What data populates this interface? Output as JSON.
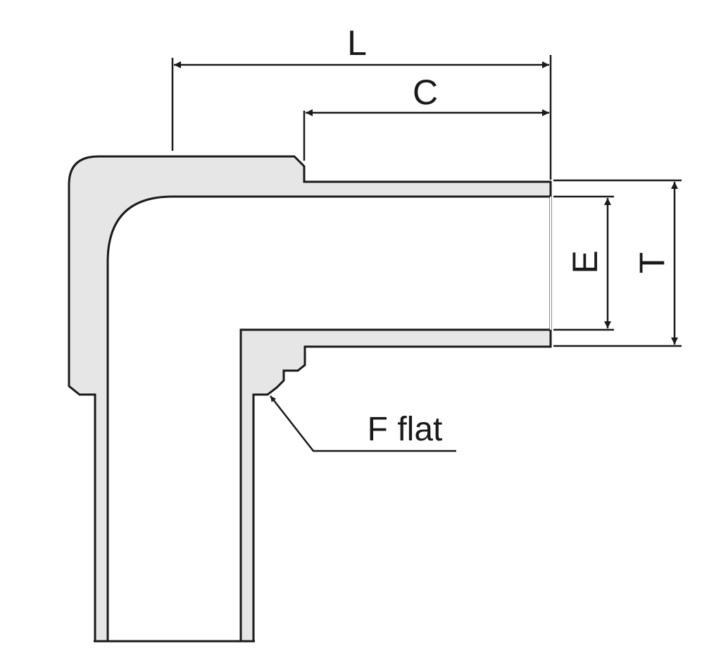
{
  "diagram": {
    "colors": {
      "stroke": "#1a1a1a",
      "fill": "#e6e6e6",
      "background": "#ffffff"
    },
    "labels": {
      "L": "L",
      "C": "C",
      "E": "E",
      "T": "T",
      "F": "F flat"
    }
  }
}
